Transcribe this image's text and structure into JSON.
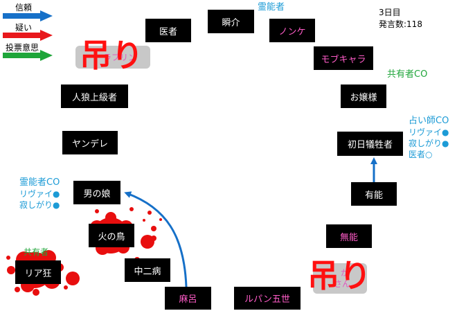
{
  "legend": [
    {
      "label": "信頼",
      "color": "#1670c8"
    },
    {
      "label": "疑い",
      "color": "#e8181c"
    },
    {
      "label": "投票意思",
      "color": "#1fa53a"
    }
  ],
  "info": {
    "day": "3日目",
    "speech_count": "発言数:118"
  },
  "nodes": {
    "shunsuke": "瞬介",
    "isha": "医者",
    "nonke": "ノンケ",
    "mobu": "モブキャラ",
    "ojousama": "お嬢様",
    "jinrou": "人狼上級者",
    "yandere": "ヤンデレ",
    "shonichi": "初日犠牲者",
    "otokonoko": "男の娘",
    "yunou": "有能",
    "hinotori": "火の鳥",
    "munou": "無能",
    "chuuni": "中二病",
    "riakyou": "リア狂",
    "maro": "麻呂",
    "lupin": "ルパン五世"
  },
  "hidden": {
    "left": "ラブリン",
    "right_1": "が",
    "right_2": "さん"
  },
  "hang_mark": "吊り",
  "annotations": {
    "reinou_top": "霊能者",
    "kyouyuu_co": "共有者CO",
    "uranai_co": "占い師CO",
    "uranai_1": "リヴァイ●",
    "uranai_2": "寂しがり●",
    "uranai_3": "医者○",
    "reinou_co": "霊能者CO",
    "reinou_1": "リヴァイ●",
    "reinou_2": "寂しがり●",
    "kyouyuu_left": "共有者"
  }
}
